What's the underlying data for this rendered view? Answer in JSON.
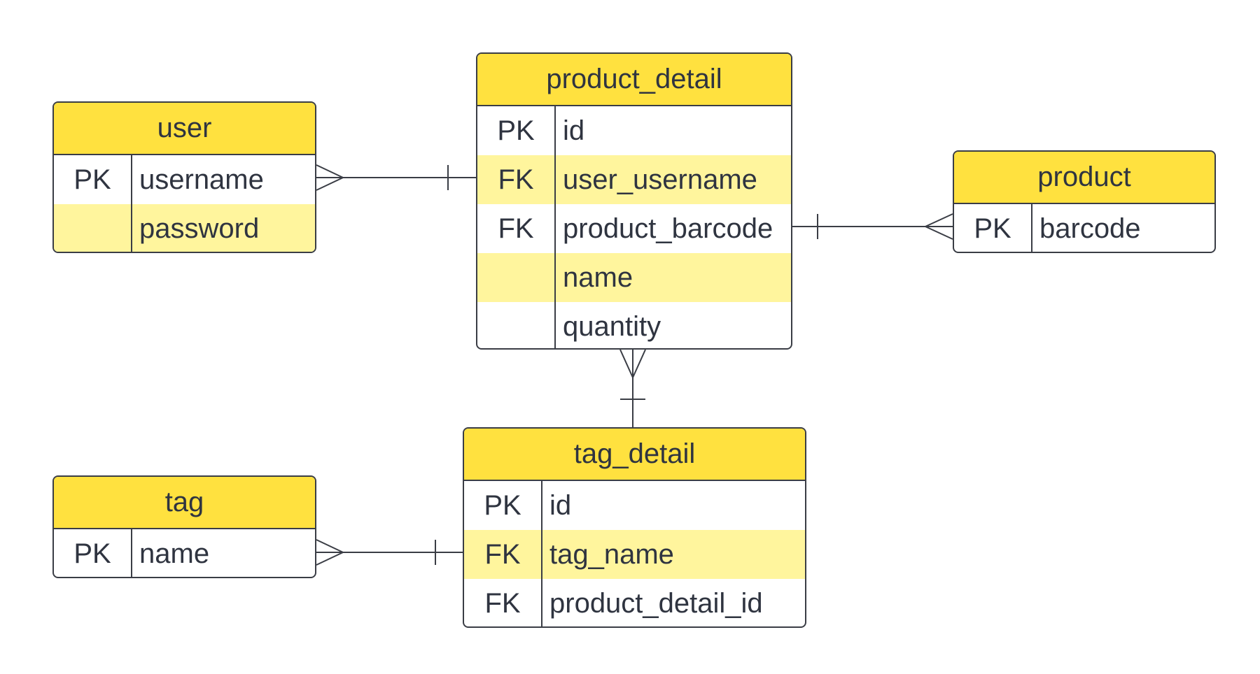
{
  "diagram": {
    "colors": {
      "header": "#ffe13f",
      "shaded_row": "#fff59d",
      "line": "#3a3d45",
      "text": "#2f3440"
    },
    "entities": {
      "user": {
        "title": "user",
        "rows": [
          {
            "key": "PK",
            "field": "username",
            "shaded": false
          },
          {
            "key": "",
            "field": "password",
            "shaded": true
          }
        ]
      },
      "product_detail": {
        "title": "product_detail",
        "rows": [
          {
            "key": "PK",
            "field": "id",
            "shaded": false
          },
          {
            "key": "FK",
            "field": "user_username",
            "shaded": true
          },
          {
            "key": "FK",
            "field": "product_barcode",
            "shaded": false
          },
          {
            "key": "",
            "field": "name",
            "shaded": true
          },
          {
            "key": "",
            "field": "quantity",
            "shaded": false
          }
        ]
      },
      "product": {
        "title": "product",
        "rows": [
          {
            "key": "PK",
            "field": "barcode",
            "shaded": false
          }
        ]
      },
      "tag_detail": {
        "title": "tag_detail",
        "rows": [
          {
            "key": "PK",
            "field": "id",
            "shaded": false
          },
          {
            "key": "FK",
            "field": "tag_name",
            "shaded": true
          },
          {
            "key": "FK",
            "field": "product_detail_id",
            "shaded": false
          }
        ]
      },
      "tag": {
        "title": "tag",
        "rows": [
          {
            "key": "PK",
            "field": "name",
            "shaded": false
          }
        ]
      }
    },
    "relationships": [
      {
        "from": "user",
        "from_end": "many",
        "to": "product_detail",
        "to_end": "one"
      },
      {
        "from": "product_detail",
        "from_end": "one",
        "to": "product",
        "to_end": "many"
      },
      {
        "from": "product_detail",
        "from_end": "many",
        "to": "tag_detail",
        "to_end": "one"
      },
      {
        "from": "tag",
        "from_end": "many",
        "to": "tag_detail",
        "to_end": "one"
      }
    ]
  }
}
